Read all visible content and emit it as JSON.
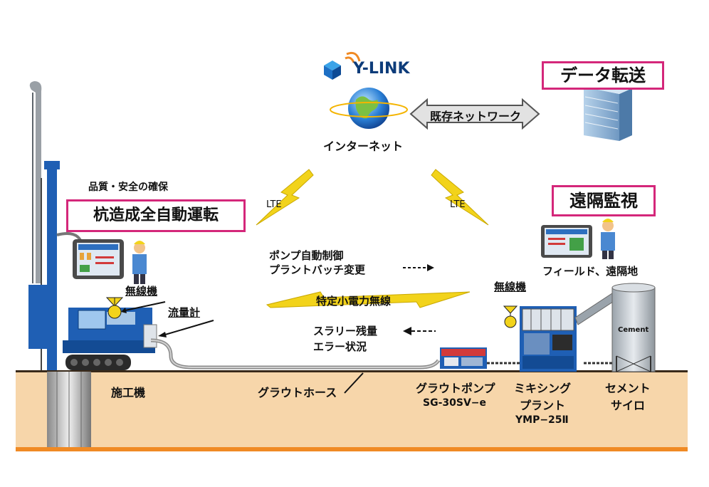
{
  "brand": {
    "name": "Y-LINK"
  },
  "internet": {
    "label": "インターネット"
  },
  "network": {
    "label": "既存ネットワーク"
  },
  "boxes": {
    "data_transfer": "データ転送",
    "remote_monitor": "遠隔監視",
    "auto_operation": "杭造成全自動運転"
  },
  "labels": {
    "quality_safety": "品質・安全の確保",
    "lte_left": "LTE",
    "lte_right": "LTE",
    "pump_control_1": "ポンプ自動制御",
    "pump_control_2": "プラントバッチ変更",
    "low_power_radio": "特定小電力無線",
    "slurry_1": "スラリー残量",
    "slurry_2": "エラー状況",
    "field_remote": "フィールド、遠隔地",
    "radio_left": "無線機",
    "radio_right": "無線機",
    "flowmeter": "流量計",
    "cement": "Cement"
  },
  "equipment": {
    "machine": "施工機",
    "hose": "グラウトホース",
    "pump_name": "グラウトポンプ",
    "pump_model": "SG-30SV−e",
    "plant_1": "ミキシング",
    "plant_2": "プラント",
    "plant_model": "YMP−25Ⅱ",
    "silo_1": "セメント",
    "silo_2": "サイロ"
  },
  "colors": {
    "accent_box": "#d4277a",
    "lightning": "#f2d31b",
    "machine_blue": "#1f5fb4",
    "ground": "#f7d6aa",
    "ground_edge": "#f08a24"
  }
}
